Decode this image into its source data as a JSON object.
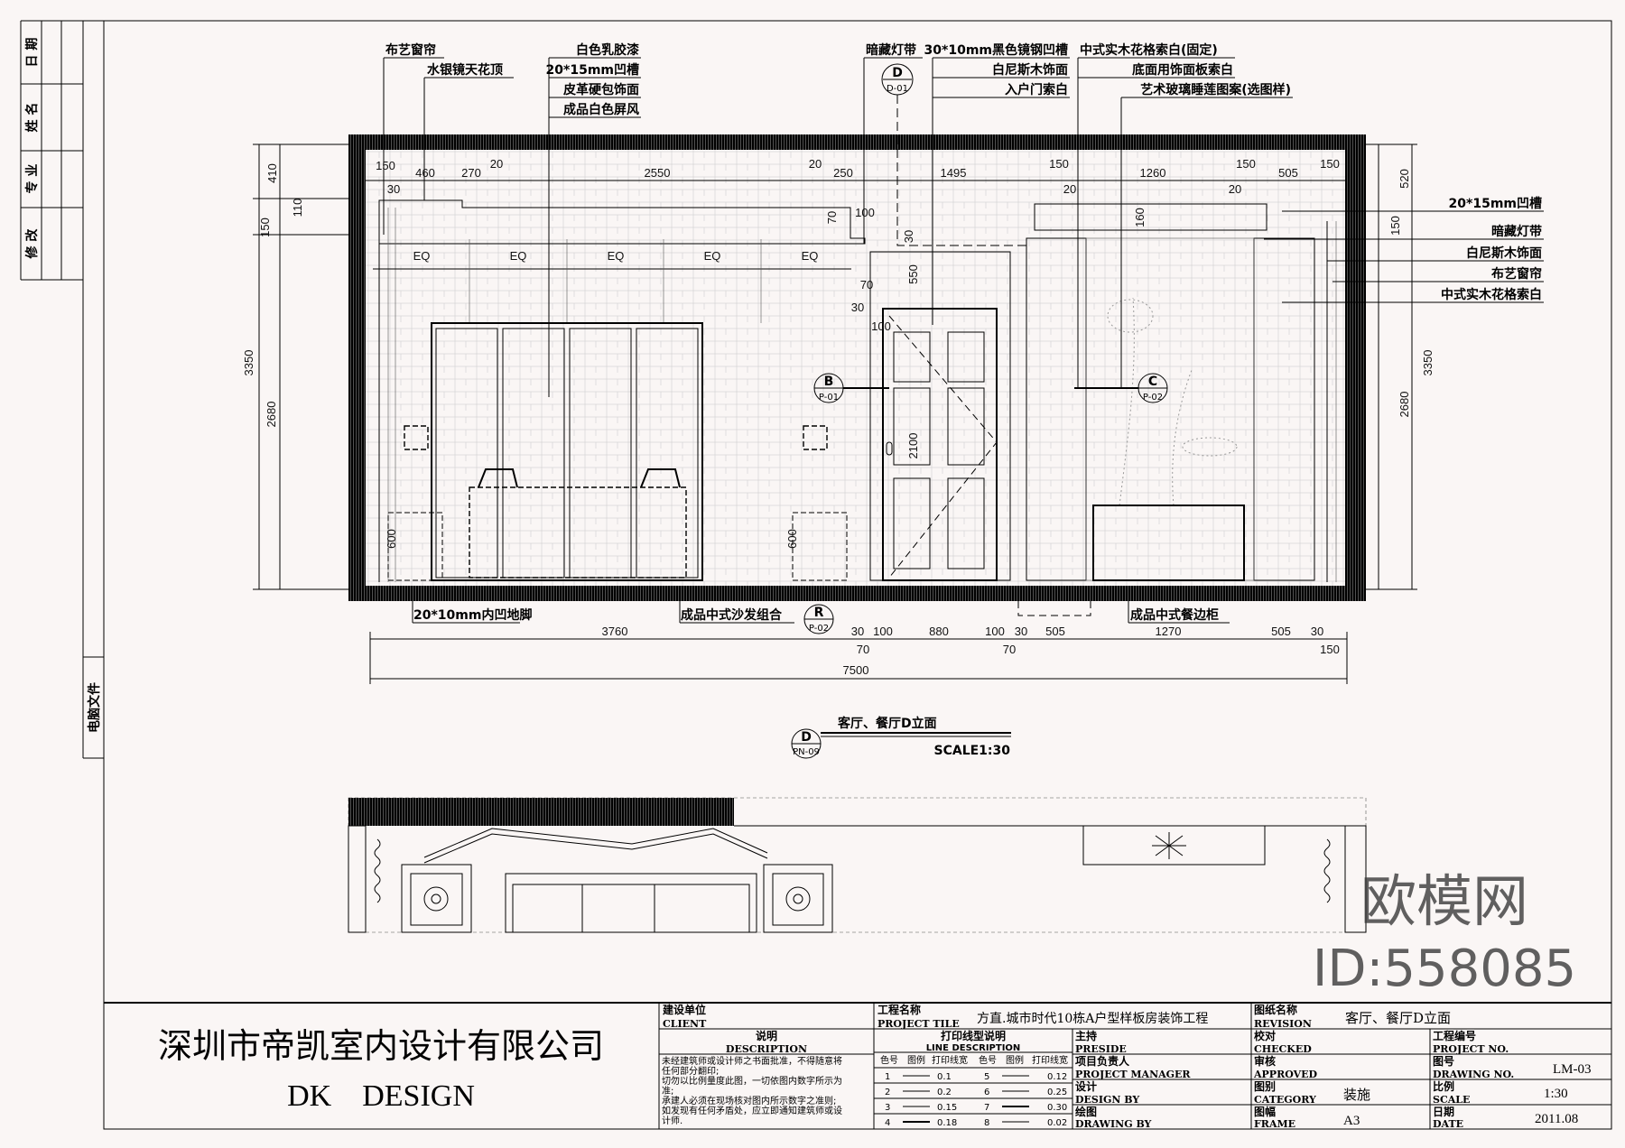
{
  "revision_strip": {
    "date": "日 期",
    "name": "姓 名",
    "discipline": "专 业",
    "revise": "修 改",
    "computer_file": "电脑文件"
  },
  "callouts_top": {
    "curtain": "布艺窗帘",
    "mirror_ceiling": "水银镜天花顶",
    "group1": [
      "白色乳胶漆",
      "20*15mm凹槽",
      "皮革硬包饰面",
      "成品白色屏风"
    ],
    "hidden_light": "暗藏灯带",
    "group2": [
      "30*10mm黑色镜钢凹槽",
      "白尼斯木饰面",
      "入户门索白"
    ],
    "group3": [
      "中式实木花格索白(固定)",
      "底面用饰面板索白",
      "艺术玻璃睡莲图案(选图样)"
    ]
  },
  "callouts_right": [
    "20*15mm凹槽",
    "暗藏灯带",
    "白尼斯木饰面",
    "布艺窗帘",
    "中式实木花格索白"
  ],
  "callouts_bottom": [
    "20*10mm内凹地脚",
    "成品中式沙发组合",
    "成品中式餐边柜"
  ],
  "section_marks": {
    "d_top": {
      "letter": "D",
      "sheet": "D-01"
    },
    "b": {
      "letter": "B",
      "sheet": "P-01"
    },
    "c": {
      "letter": "C",
      "sheet": "P-02"
    },
    "r": {
      "letter": "R",
      "sheet": "P-02"
    },
    "d_title": {
      "letter": "D",
      "sheet": "PN-09"
    }
  },
  "dims_top": [
    "150",
    "30",
    "460",
    "270",
    "20",
    "2550",
    "20",
    "250",
    "1495",
    "150",
    "20",
    "1260",
    "20",
    "150",
    "505",
    "150"
  ],
  "dims_left": [
    "410",
    "110",
    "150",
    "3350",
    "2680"
  ],
  "dims_right": [
    "520",
    "150",
    "3350",
    "2680"
  ],
  "dims_inner": [
    "70",
    "100",
    "30",
    "550",
    "70",
    "30",
    "100",
    "2100",
    "160",
    "600",
    "600"
  ],
  "eq_labels": [
    "EQ",
    "EQ",
    "EQ",
    "EQ",
    "EQ"
  ],
  "dims_bottom": [
    "3760",
    "30",
    "100",
    "880",
    "100",
    "30",
    "505",
    "1270",
    "505",
    "30",
    "70",
    "70",
    "150",
    "7500"
  ],
  "drawing_title": {
    "title": "客厅、餐厅D立面",
    "scale": "SCALE1:30"
  },
  "title_block": {
    "company_cn": "深圳市帝凯室内设计有限公司",
    "company_en": "DK    DESIGN",
    "client_cn": "建设单位",
    "client_en": "CLIENT",
    "desc_cn": "说明",
    "desc_en": "DESCRIPTION",
    "notes": [
      "未经建筑师或设计师之书面批准，不得随意将",
      "任何部分翻印;",
      "切勿以比例量度此图，一切依图内数字所示为",
      "准;",
      "承建人必须在现场核对图内所示数字之准则;",
      "如发现有任何矛盾处，应立即通知建筑师或设",
      "计师."
    ],
    "project_cn": "工程名称",
    "project_en": "PROJECT TILE",
    "project_name": "方直.城市时代10栋A户型样板房装饰工程",
    "line_desc_cn": "打印线型说明",
    "line_desc_en": "LINE DESCRIPTION",
    "line_headers": [
      "色号",
      "图例",
      "打印线宽",
      "色号",
      "图例",
      "打印线宽"
    ],
    "line_rows": [
      [
        "1",
        "0.1",
        "5",
        "0.12"
      ],
      [
        "2",
        "0.2",
        "6",
        "0.25"
      ],
      [
        "3",
        "0.15",
        "7",
        "0.30"
      ],
      [
        "4",
        "0.18",
        "8",
        "0.02"
      ]
    ],
    "preside_cn": "主持",
    "preside_en": "PRESIDE",
    "pm_cn": "项目负责人",
    "pm_en": "PROJECT MANAGER",
    "design_cn": "设计",
    "design_en": "DESIGN BY",
    "drawing_cn": "绘图",
    "drawing_en": "DRAWING BY",
    "revision_cn": "图纸名称",
    "revision_en": "REVISION",
    "revision_value": "客厅、餐厅D立面",
    "checked_cn": "校对",
    "checked_en": "CHECKED",
    "approved_cn": "审核",
    "approved_en": "APPROVED",
    "category_cn": "图别",
    "category_en": "CATEGORY",
    "category_value": "装施",
    "frame_cn": "图幅",
    "frame_en": "FRAME",
    "frame_value": "A3",
    "projno_cn": "工程编号",
    "projno_en": "PROJECT NO.",
    "drawno_cn": "图号",
    "drawno_en": "DRAWING NO.",
    "drawno_value": "LM-03",
    "scale_cn": "比例",
    "scale_en": "SCALE",
    "scale_value": "1:30",
    "date_cn": "日期",
    "date_en": "DATE",
    "date_value": "2011.08"
  },
  "watermark": {
    "brand": "欧模网",
    "id": "ID:558085"
  },
  "colors": {
    "ink": "#000000",
    "paper": "#faf6f5",
    "watermark": "#3a3a3a"
  }
}
